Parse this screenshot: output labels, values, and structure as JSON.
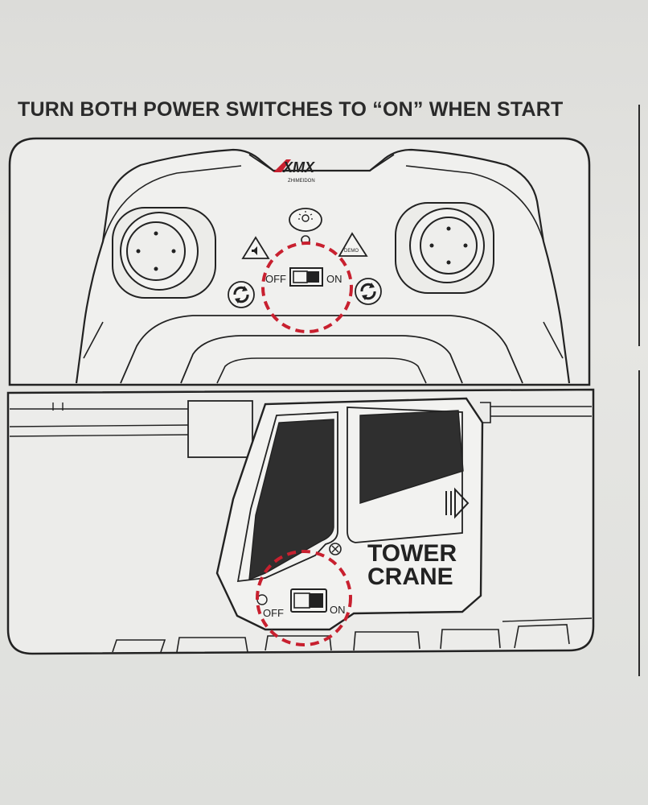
{
  "instruction": {
    "heading": "TURN BOTH POWER SWITCHES TO “ON” WHEN START"
  },
  "controller": {
    "brand_logo": "XMX",
    "brand_subtext": "ZHIMEIDON",
    "demo_label": "DEMO",
    "switch_off_label": "OFF",
    "switch_on_label": "ON",
    "switch_state": "ON",
    "highlight_color": "#c8202f"
  },
  "vehicle": {
    "name_line1": "TOWER",
    "name_line2": "CRANE",
    "switch_off_label": "OFF",
    "switch_on_label": "ON",
    "switch_state": "ON"
  },
  "colors": {
    "ink": "#222222",
    "paper": "#e4e4e1",
    "window_fill": "#2f2f2f",
    "highlight": "#c8202f"
  }
}
